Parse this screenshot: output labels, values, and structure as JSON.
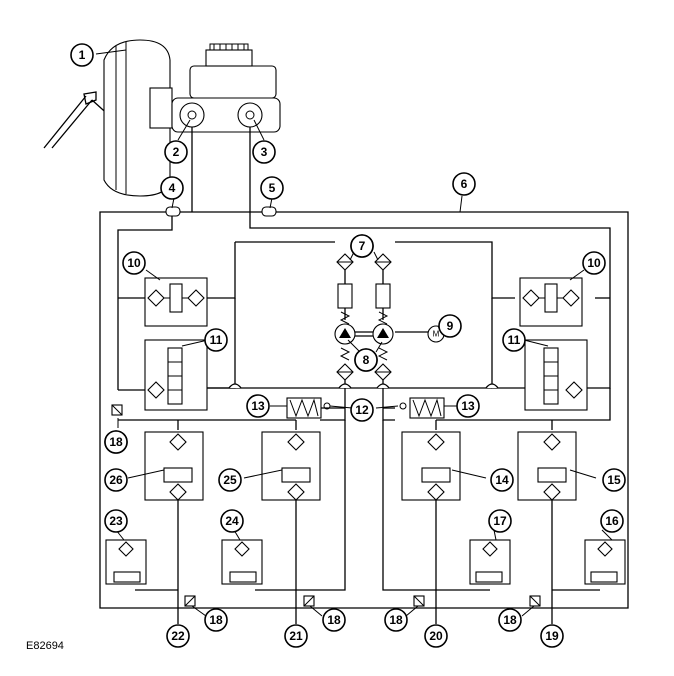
{
  "figure_ref": "E82694",
  "callouts": [
    "1",
    "2",
    "3",
    "4",
    "5",
    "6",
    "7",
    "7",
    "8",
    "8",
    "9",
    "10",
    "10",
    "11",
    "11",
    "12",
    "13",
    "13",
    "14",
    "15",
    "16",
    "17",
    "18",
    "18",
    "18",
    "18",
    "18",
    "18",
    "19",
    "20",
    "21",
    "22",
    "23",
    "24",
    "25",
    "26"
  ]
}
